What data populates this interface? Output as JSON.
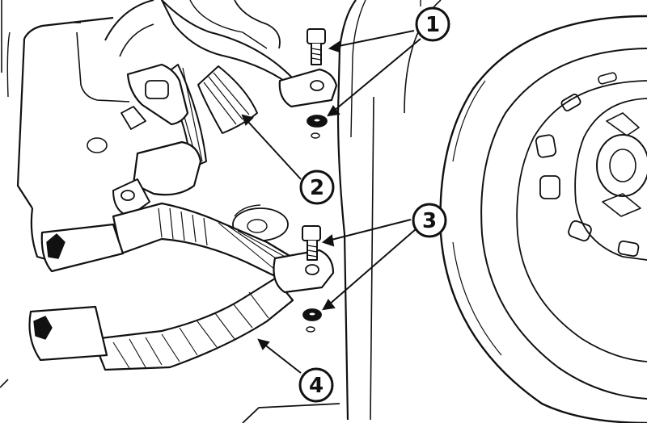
{
  "diagram": {
    "callouts": [
      {
        "id": "1",
        "label": "1"
      },
      {
        "id": "2",
        "label": "2"
      },
      {
        "id": "3",
        "label": "3"
      },
      {
        "id": "4",
        "label": "4"
      }
    ],
    "colors": {
      "ink": "#111111",
      "paper": "#ffffff",
      "belt_shade": "#dcdcdc"
    }
  }
}
